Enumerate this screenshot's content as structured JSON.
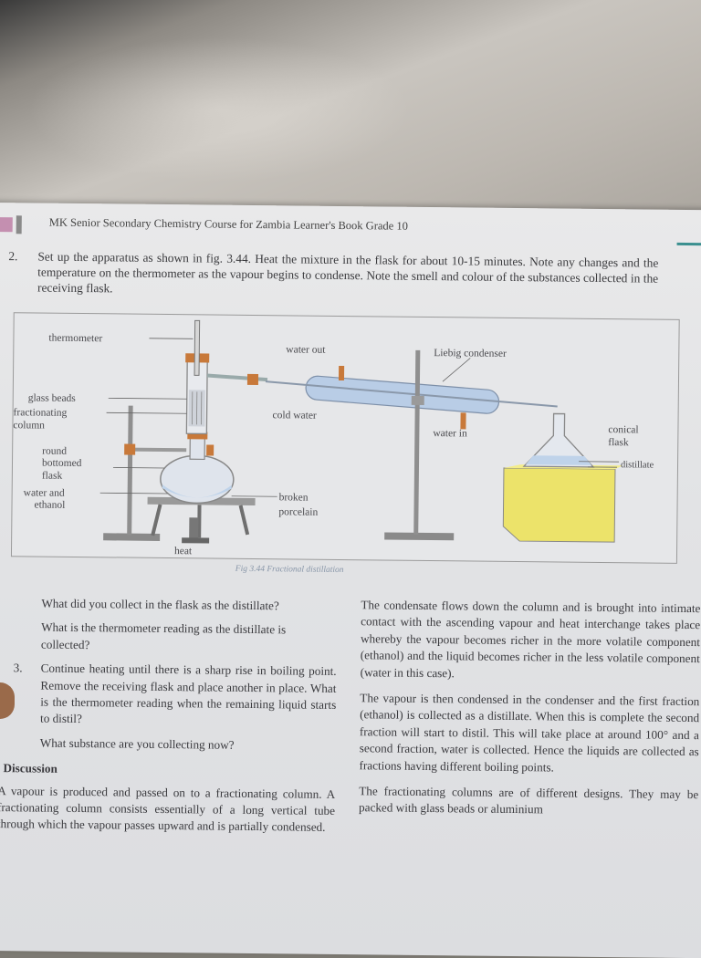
{
  "header": {
    "running_title": "MK Senior Secondary Chemistry Course for Zambia Learner's Book Grade 10"
  },
  "question2": {
    "number": "2.",
    "text": "Set up the apparatus as shown in fig. 3.44. Heat the mixture in the flask for about 10-15 minutes. Note any changes and the temperature on the thermometer as the vapour begins to condense. Note the smell and colour of the substances collected in the receiving flask."
  },
  "figure": {
    "labels": {
      "thermometer": "thermometer",
      "water_out": "water out",
      "liebig_condenser": "Liebig condenser",
      "glass_beads": "glass beads",
      "fractionating_column_line1": "fractionating",
      "fractionating_column_line2": "column",
      "cold_water": "cold water",
      "water_in": "water in",
      "conical_flask_line1": "conical",
      "conical_flask_line2": "flask",
      "distillate": "distillate",
      "round_bottomed_line1": "round",
      "round_bottomed_line2": "bottomed",
      "round_bottomed_line3": "flask",
      "water_ethanol_line1": "water and",
      "water_ethanol_line2": "ethanol",
      "broken_porcelain_line1": "broken",
      "broken_porcelain_line2": "porcelain",
      "heat": "heat"
    },
    "caption": "Fig 3.44 Fractional distillation",
    "colors": {
      "condenser_fill": "#b9cde6",
      "block_fill": "#ece36a",
      "liquid_fill": "#bfd3ea",
      "stand": "#7b7b7b",
      "clamp": "#c8793a"
    }
  },
  "left_column": {
    "q_distillate": "What did you collect in the flask as the distillate?",
    "q_thermometer": "What is the thermometer reading as the distillate is collected?",
    "q3_number": "3.",
    "q3_text": "Continue heating until there is a sharp rise in boiling point. Remove the receiving flask and place another in place. What is the thermometer reading when the remaining liquid starts to distil?",
    "q_substance": "What substance are you collecting now?",
    "discussion_heading": "Discussion",
    "discussion_text": "A vapour is produced and passed on to a fractionating column. A fractionating column consists essentially of a long vertical tube through which the vapour passes upward and is partially condensed."
  },
  "right_column": {
    "para1": "The condensate flows down the column and is brought into intimate contact with the ascending vapour and heat interchange takes place whereby the vapour becomes richer in the more volatile component (ethanol) and the liquid becomes richer in the less volatile component (water in this case).",
    "para2": "The vapour is then condensed in the condenser and the first fraction (ethanol) is collected as a distillate. When this is complete the second fraction will start to distil. This will take place at around 100° and a second fraction, water is collected. Hence the liquids are collected as fractions having different boiling points.",
    "para3": "The fractionating columns are of different designs. They may be packed with glass beads or aluminium"
  }
}
